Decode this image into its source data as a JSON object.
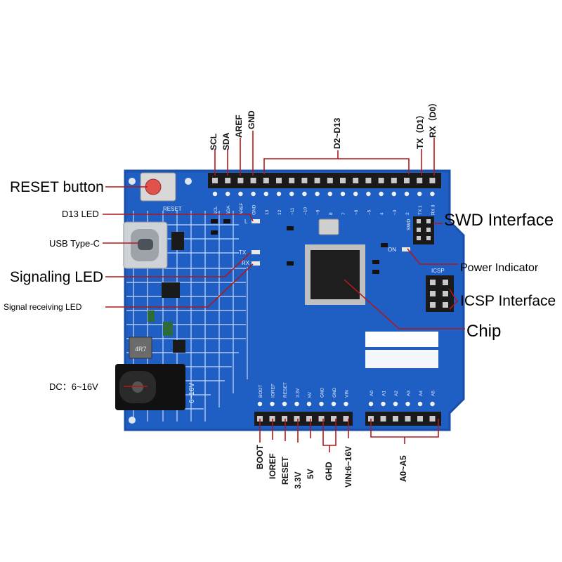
{
  "labels": {
    "reset_button": "RESET button",
    "d13_led": "D13 LED",
    "usb_type_c": "USB Type-C",
    "signaling_led": "Signaling LED",
    "signal_receiving_led": "Signal receiving LED",
    "dc": "DC：6~16V",
    "swd_interface": "SWD Interface",
    "power_indicator": "Power Indicator",
    "icsp_interface": "ICSP Interface",
    "chip": "Chip"
  },
  "top_pins": {
    "scl": "SCL",
    "sda": "SDA",
    "aref": "AREF",
    "gnd": "GND",
    "d2_d13": "D2~D13",
    "tx": "TX（D1）",
    "rx": "RX（D0）"
  },
  "bottom_pins": {
    "boot": "BOOT",
    "ioref": "IOREF",
    "reset": "RESET",
    "v33": "3.3V",
    "v5": "5V",
    "ghd": "GHD",
    "vin": "VIN:6~16V",
    "analog": "A0~A5"
  },
  "board_silk": {
    "reset": "RESET",
    "icsp": "ICSP",
    "on": "ON",
    "swd": "SWD",
    "tx": "TX",
    "rx": "RX",
    "l": "L",
    "v_range": "6~16V",
    "inductor": "4R7",
    "header_top": [
      "SCL",
      "SDA",
      "AREF",
      "GND",
      "13",
      "12",
      "~11",
      "~10",
      "~9",
      "8",
      "7",
      "~6",
      "~5",
      "4",
      "~3",
      "2",
      "TX 1",
      "RX 0"
    ],
    "header_power": [
      "BOOT",
      "IOREF",
      "RESET",
      "3.3V",
      "5V",
      "GND",
      "GND",
      "VIN"
    ],
    "header_analog": [
      "A0",
      "A1",
      "A2",
      "A3",
      "A4",
      "A5"
    ]
  },
  "colors": {
    "board": "#1f5fc4",
    "board_edge": "#1a4fa8",
    "grid": "#e8f0ff",
    "leader": "#b0181c",
    "header": "#1a1a1a",
    "pin": "#c9c9c9"
  }
}
